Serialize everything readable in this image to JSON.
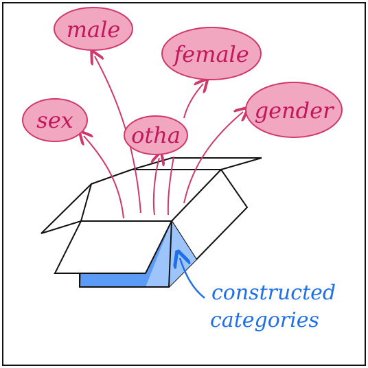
{
  "colors": {
    "bubble_fill": "#f2a7c0",
    "bubble_stroke": "#d0386b",
    "pink_text": "#c2185b",
    "arrow_pink": "#d0386b",
    "box_blue": "#5b9bf5",
    "box_blue_light": "#9dc4fb",
    "blue_text": "#1e6fe8",
    "outline": "#111111"
  },
  "bubbles": {
    "male": "male",
    "female": "female",
    "sex": "sex",
    "other": "otha",
    "gender": "gender"
  },
  "annotation": {
    "line1": "constructed",
    "line2": "categories"
  }
}
